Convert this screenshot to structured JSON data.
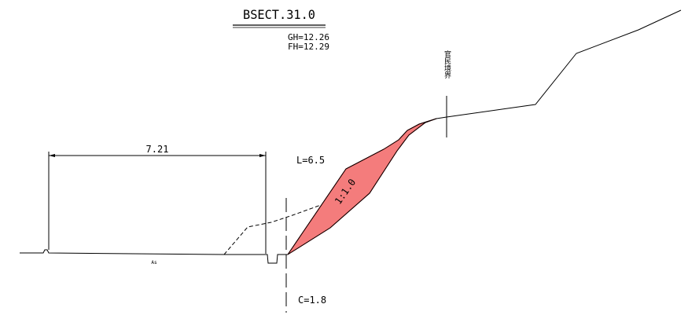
{
  "section": {
    "title": "BSECT.31.0",
    "gh": "GH=12.26",
    "fh": "FH=12.29"
  },
  "annotations": {
    "width_dim": "7.21",
    "slope_length": "L=6.5",
    "slope_ratio": "1:1.0",
    "boundary_label": "官民境界",
    "cut_value": "C=1.8",
    "pavement": "As"
  },
  "colors": {
    "line": "#000000",
    "cut_fill": "#f47c7c",
    "cut_stroke": "#e00000"
  }
}
